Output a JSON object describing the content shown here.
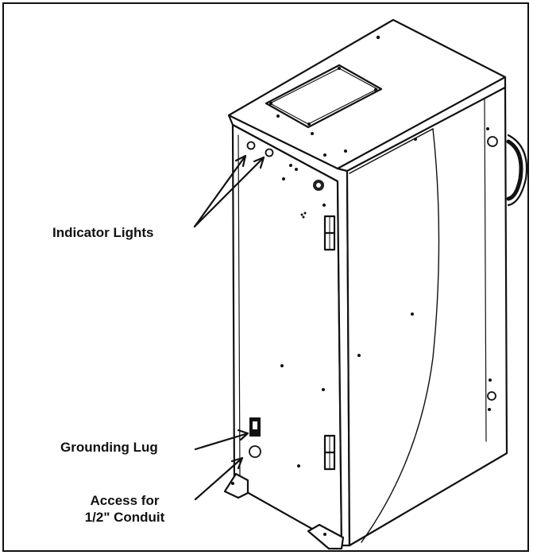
{
  "callouts": {
    "indicator_lights": "Indicator Lights",
    "grounding_lug": "Grounding Lug",
    "access_line1": "Access for",
    "access_line2": "1/2\" Conduit"
  }
}
